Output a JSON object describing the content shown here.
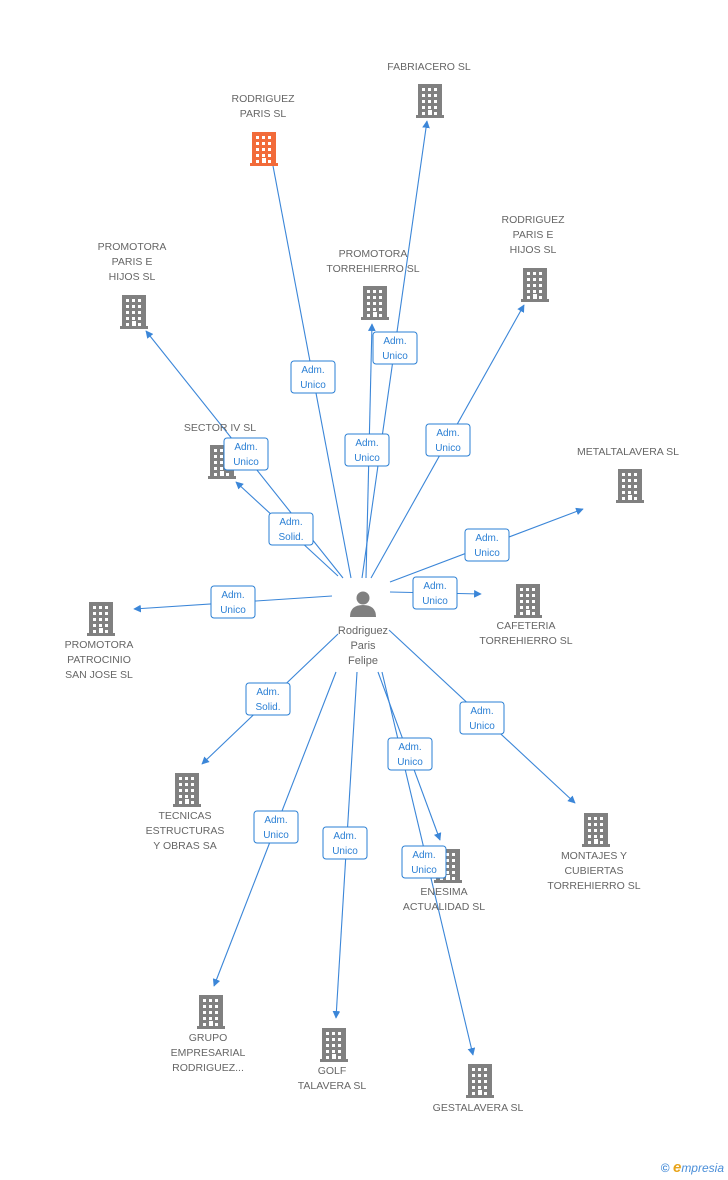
{
  "colors": {
    "company": "#808080",
    "highlight": "#f26b3a",
    "edge": "#3b86d8",
    "label": "#2a7fd4"
  },
  "center": {
    "lines": [
      "Rodriguez",
      "Paris",
      "Felipe"
    ],
    "icon": "person-icon"
  },
  "nodes": [
    {
      "id": "rodriguez-paris-sl",
      "lines": [
        "RODRIGUEZ",
        "PARIS SL"
      ],
      "highlight": true
    },
    {
      "id": "fabriacero-sl",
      "lines": [
        "FABRIACERO SL"
      ]
    },
    {
      "id": "promotora-torrehierro-sl",
      "lines": [
        "PROMOTORA",
        "TORREHIERRO SL"
      ]
    },
    {
      "id": "rodriguez-paris-e-hijos-sl",
      "lines": [
        "RODRIGUEZ",
        "PARIS E",
        "HIJOS SL"
      ]
    },
    {
      "id": "promotora-paris-e-hijos-sl",
      "lines": [
        "PROMOTORA",
        "PARIS E",
        "HIJOS SL"
      ]
    },
    {
      "id": "sector-iv-sl",
      "lines": [
        "SECTOR IV SL"
      ]
    },
    {
      "id": "metaltalavera-sl",
      "lines": [
        "METALTALAVERA SL"
      ]
    },
    {
      "id": "promotora-patrocinio-san-jose-sl",
      "lines": [
        "PROMOTORA",
        "PATROCINIO",
        "SAN JOSE SL"
      ]
    },
    {
      "id": "cafeteria-torrehierro-sl",
      "lines": [
        "CAFETERIA",
        "TORREHIERRO SL"
      ]
    },
    {
      "id": "tecnicas-estructuras-y-obras-sa",
      "lines": [
        "TECNICAS",
        "ESTRUCTURAS",
        "Y OBRAS SA"
      ]
    },
    {
      "id": "montajes-y-cubiertas-torrehierro-sl",
      "lines": [
        "MONTAJES Y",
        "CUBIERTAS",
        "TORREHIERRO SL"
      ]
    },
    {
      "id": "enesima-actualidad-sl",
      "lines": [
        "ENESIMA",
        "ACTUALIDAD SL"
      ]
    },
    {
      "id": "grupo-empresarial-rodriguez",
      "lines": [
        "GRUPO",
        "EMPRESARIAL",
        "RODRIGUEZ..."
      ]
    },
    {
      "id": "golf-talavera-sl",
      "lines": [
        "GOLF",
        "TALAVERA SL"
      ]
    },
    {
      "id": "gestalavera-sl",
      "lines": [
        "GESTALAVERA SL"
      ]
    }
  ],
  "relations": [
    {
      "target": "rodriguez-paris-sl",
      "lines": [
        "Adm.",
        "Unico"
      ]
    },
    {
      "target": "fabriacero-sl",
      "lines": [
        "Adm.",
        "Unico"
      ]
    },
    {
      "target": "promotora-torrehierro-sl",
      "lines": [
        "Adm.",
        "Unico"
      ]
    },
    {
      "target": "rodriguez-paris-e-hijos-sl",
      "lines": [
        "Adm.",
        "Unico"
      ]
    },
    {
      "target": "promotora-paris-e-hijos-sl",
      "lines": [
        "Adm.",
        "Unico"
      ]
    },
    {
      "target": "sector-iv-sl",
      "lines": [
        "Adm.",
        "Solid."
      ]
    },
    {
      "target": "metaltalavera-sl",
      "lines": [
        "Adm.",
        "Unico"
      ]
    },
    {
      "target": "cafeteria-torrehierro-sl",
      "lines": [
        "Adm.",
        "Unico"
      ]
    },
    {
      "target": "promotora-patrocinio-san-jose-sl",
      "lines": [
        "Adm.",
        "Unico"
      ]
    },
    {
      "target": "tecnicas-estructuras-y-obras-sa",
      "lines": [
        "Adm.",
        "Solid."
      ]
    },
    {
      "target": "montajes-y-cubiertas-torrehierro-sl",
      "lines": [
        "Adm.",
        "Unico"
      ]
    },
    {
      "target": "enesima-actualidad-sl",
      "lines": [
        "Adm.",
        "Unico"
      ]
    },
    {
      "target": "grupo-empresarial-rodriguez",
      "lines": [
        "Adm.",
        "Unico"
      ]
    },
    {
      "target": "golf-talavera-sl",
      "lines": [
        "Adm.",
        "Unico"
      ]
    },
    {
      "target": "gestalavera-sl",
      "lines": [
        "Adm.",
        "Unico"
      ]
    }
  ],
  "brand": {
    "copyright": "©",
    "e": "e",
    "rest": "mpresia"
  }
}
